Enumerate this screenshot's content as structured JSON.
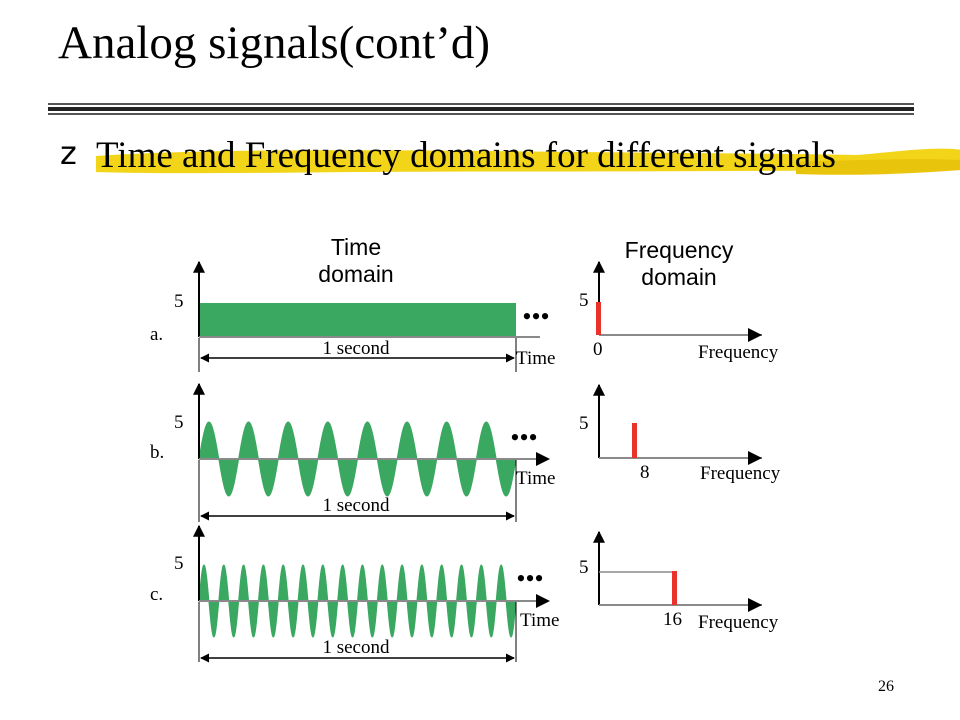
{
  "slide": {
    "title": "Analog signals(cont’d)",
    "bullet_icon": "z-bullet-icon",
    "bullet_text": "Time and Frequency domains for different signals",
    "page_number": "26"
  },
  "colors": {
    "signal_green": "#3aa860",
    "spike_red": "#e8322a",
    "highlight_yellow": "#f2d418",
    "axis": "#8a8a8a"
  },
  "figure": {
    "time_header": [
      "Time",
      "domain"
    ],
    "freq_header": [
      "Frequency",
      "domain"
    ],
    "rows": [
      {
        "label": "a.",
        "amplitude": "5",
        "duration": "1 second",
        "time_axis": "Time",
        "continuation": "•••",
        "freq_amplitude": "5",
        "freq_value": "0",
        "freq_axis": "Frequency",
        "cycles_per_second": 0
      },
      {
        "label": "b.",
        "amplitude": "5",
        "duration": "1 second",
        "time_axis": "Time",
        "continuation": "•••",
        "freq_amplitude": "5",
        "freq_value": "8",
        "freq_axis": "Frequency",
        "cycles_per_second": 8
      },
      {
        "label": "c.",
        "amplitude": "5",
        "duration": "1 second",
        "time_axis": "Time",
        "continuation": "•••",
        "freq_amplitude": "5",
        "freq_value": "16",
        "freq_axis": "Frequency",
        "cycles_per_second": 16
      }
    ]
  }
}
